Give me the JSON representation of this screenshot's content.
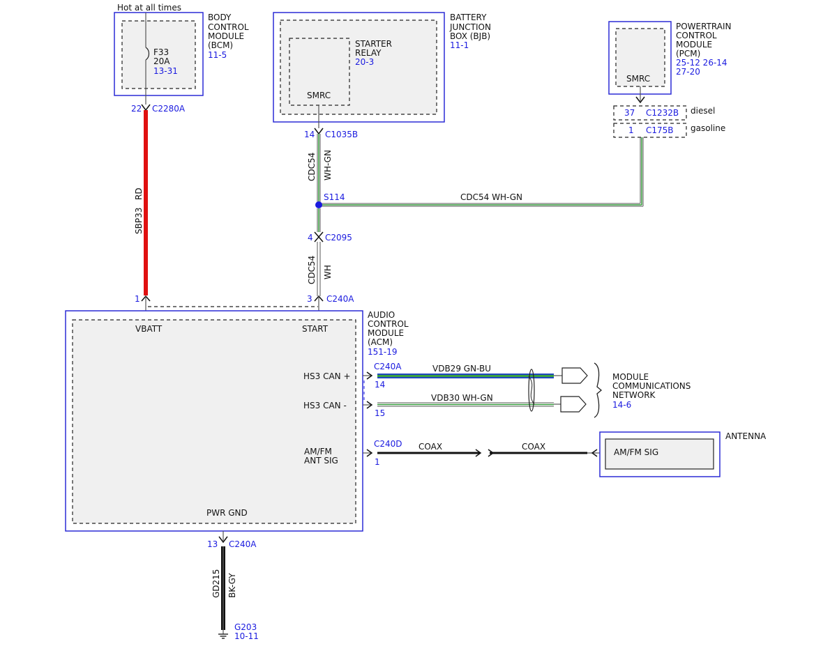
{
  "colors": {
    "module_border": "#2b2bd6",
    "ref_text": "#1a1adf",
    "wire_red": "#e01010",
    "wire_green": "#3aa040",
    "wire_blue": "#1f47c0",
    "wire_black": "#111111",
    "splice_dot": "#1a1adf"
  },
  "top_label": "Hot at all times",
  "bcm": {
    "name_lines": [
      "BODY",
      "CONTROL",
      "MODULE",
      "(BCM)"
    ],
    "ref": "11-5",
    "fuse_name": "F33",
    "fuse_rating": "20A",
    "fuse_ref": "13-31",
    "pin": "22",
    "connector": "C2280A"
  },
  "bjb": {
    "name_lines": [
      "BATTERY",
      "JUNCTION",
      "BOX (BJB)"
    ],
    "ref": "11-1",
    "relay_lines": [
      "STARTER",
      "RELAY"
    ],
    "relay_ref": "20-3",
    "signal": "SMRC",
    "pin": "14",
    "connector": "C1035B"
  },
  "pcm": {
    "name_lines": [
      "POWERTRAIN",
      "CONTROL",
      "MODULE",
      "(PCM)"
    ],
    "refs": [
      "25-12 26-14",
      "27-20"
    ],
    "signal": "SMRC",
    "conn_diesel_pin": "37",
    "conn_diesel": "C1232B",
    "diesel_label": "diesel",
    "conn_gas_pin": "1",
    "conn_gas": "C175B",
    "gas_label": "gasoline"
  },
  "wires": {
    "sbp33_circuit": "SBP33",
    "sbp33_color": "RD",
    "cdc54_upper_circuit": "CDC54",
    "cdc54_upper_color": "WH-GN",
    "cdc54_lower_circuit": "CDC54",
    "cdc54_lower_color": "WH",
    "cdc54_horizontal": "CDC54  WH-GN",
    "splice": "S114",
    "c2095_pin": "4",
    "c2095": "C2095",
    "vdb29": "VDB29  GN-BU",
    "vdb30": "VDB30  WH-GN",
    "coax_left": "COAX",
    "coax_right": "COAX",
    "gd215_circuit": "GD215",
    "gd215_color": "BK-GY"
  },
  "acm": {
    "name_lines": [
      "AUDIO",
      "CONTROL",
      "MODULE",
      "(ACM)"
    ],
    "ref": "151-19",
    "vbatt": "VBATT",
    "vbatt_pin": "1",
    "start": "START",
    "start_pin": "3",
    "start_connector": "C240A",
    "hs3_plus": "HS3 CAN +",
    "hs3_minus": "HS3 CAN -",
    "can_connector": "C240A",
    "hs3_plus_pin": "14",
    "hs3_minus_pin": "15",
    "amfm_lines": [
      "AM/FM",
      "ANT SIG"
    ],
    "amfm_connector": "C240D",
    "amfm_pin": "1",
    "pwr_gnd": "PWR GND",
    "gnd_pin": "13",
    "gnd_connector": "C240A"
  },
  "network": {
    "lines": [
      "MODULE",
      "COMMUNICATIONS",
      "NETWORK"
    ],
    "ref": "14-6"
  },
  "antenna": {
    "name": "ANTENNA",
    "signal": "AM/FM SIG"
  },
  "ground": {
    "name": "G203",
    "ref": "10-11"
  }
}
